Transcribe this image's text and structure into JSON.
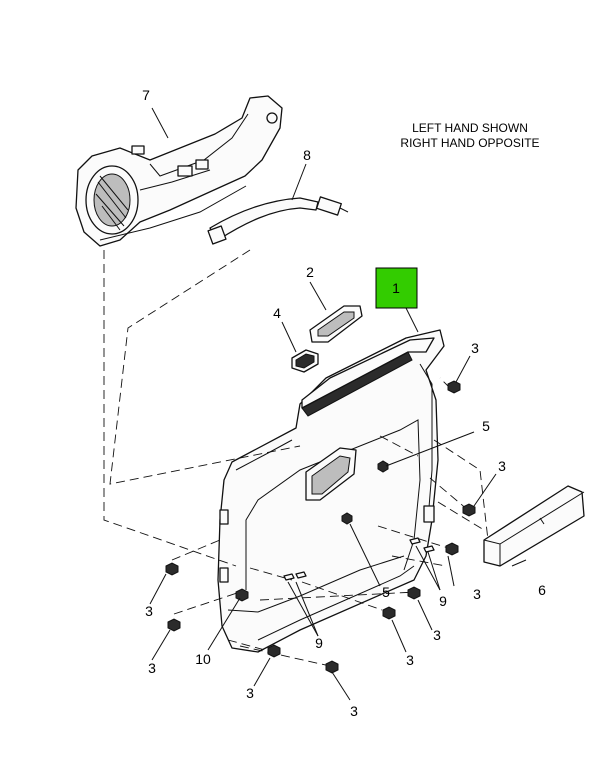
{
  "note": {
    "line1": "LEFT HAND SHOWN",
    "line2": "RIGHT HAND OPPOSITE"
  },
  "highlight_color": "#33cc00",
  "callouts": {
    "c1": "1",
    "c2": "2",
    "c3": "3",
    "c4": "4",
    "c5": "5",
    "c6": "6",
    "c7": "7",
    "c8": "8",
    "c9": "9",
    "c10": "10"
  }
}
